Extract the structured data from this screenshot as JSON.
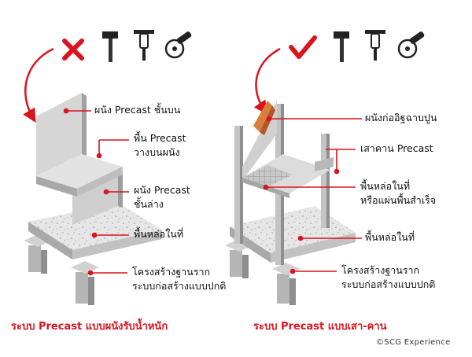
{
  "left": {
    "status_mark": "✕",
    "labels": {
      "upper_wall": "ผนัง Precast ชั้นบน",
      "slab_line1": "พื้น Precast",
      "slab_line2": "วางบนผนัง",
      "lower_wall_line1": "ผนัง Precast",
      "lower_wall_line2": "ชั้นล่าง",
      "ground_slab": "พื้นหล่อในที่",
      "foundation_line1": "โครงสร้างฐานราก",
      "foundation_line2": "ระบบก่อสร้างแบบปกติ"
    },
    "caption": "ระบบ Precast แบบผนังรับน้ำหนัก"
  },
  "right": {
    "status_mark": "✓",
    "labels": {
      "masonry_wall": "ผนังก่ออิฐฉาบปูน",
      "beam_column": "เสาคาน Precast",
      "slab_line1": "พื้นหล่อในที่",
      "slab_line2": "หรือแผ่นพื้นสำเร็จ",
      "ground_slab": "พื้นหล่อในที่",
      "foundation_line1": "โครงสร้างฐานราก",
      "foundation_line2": "ระบบก่อสร้างแบบปกติ"
    },
    "caption": "ระบบ Precast แบบเสา-คาน"
  },
  "tools": [
    "hammer-icon",
    "jackhammer-icon",
    "angle-grinder-icon"
  ],
  "copyright": "©SCG Experience",
  "colors": {
    "accent_red": "#d9141f",
    "concrete_light": "#e4e4e4",
    "concrete_mid": "#c9c9c9",
    "concrete_dark": "#9e9e9e",
    "brick": "#d8803a"
  }
}
